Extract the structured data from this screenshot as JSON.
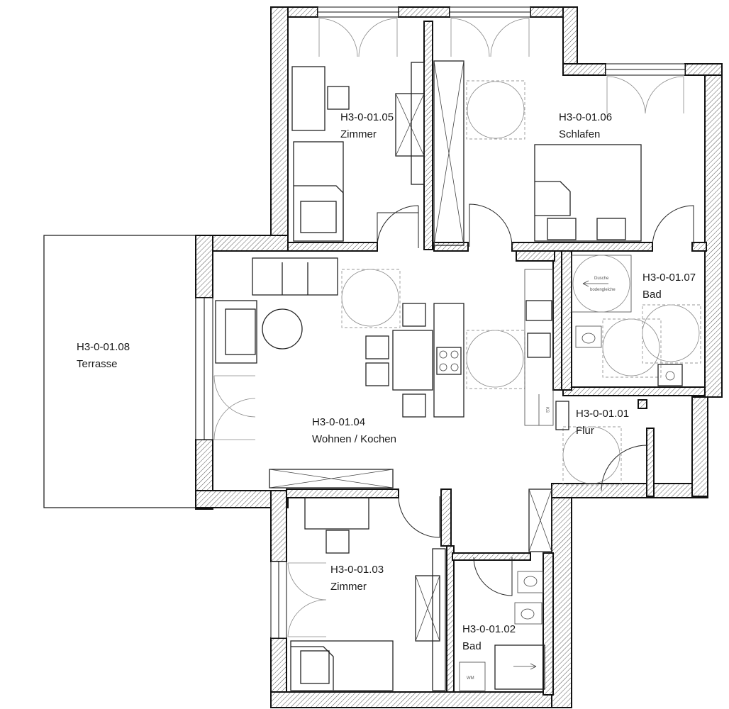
{
  "rooms": [
    {
      "id": "H3-0-01.05",
      "name": "Zimmer"
    },
    {
      "id": "H3-0-01.06",
      "name": "Schlafen"
    },
    {
      "id": "H3-0-01.07",
      "name": "Bad"
    },
    {
      "id": "H3-0-01.08",
      "name": "Terrasse"
    },
    {
      "id": "H3-0-01.04",
      "name": "Wohnen / Kochen"
    },
    {
      "id": "H3-0-01.01",
      "name": "Flur"
    },
    {
      "id": "H3-0-01.03",
      "name": "Zimmer"
    },
    {
      "id": "H3-0-01.02",
      "name": "Bad"
    }
  ],
  "fixtures": {
    "shower_label": "Dusche",
    "shower_sub": "bodengleiche",
    "ks_label": "KS",
    "wm_label": "WM"
  },
  "colors": {
    "line": "#111111",
    "hatch": "#555555",
    "ghost": "#999999",
    "background": "#ffffff"
  }
}
